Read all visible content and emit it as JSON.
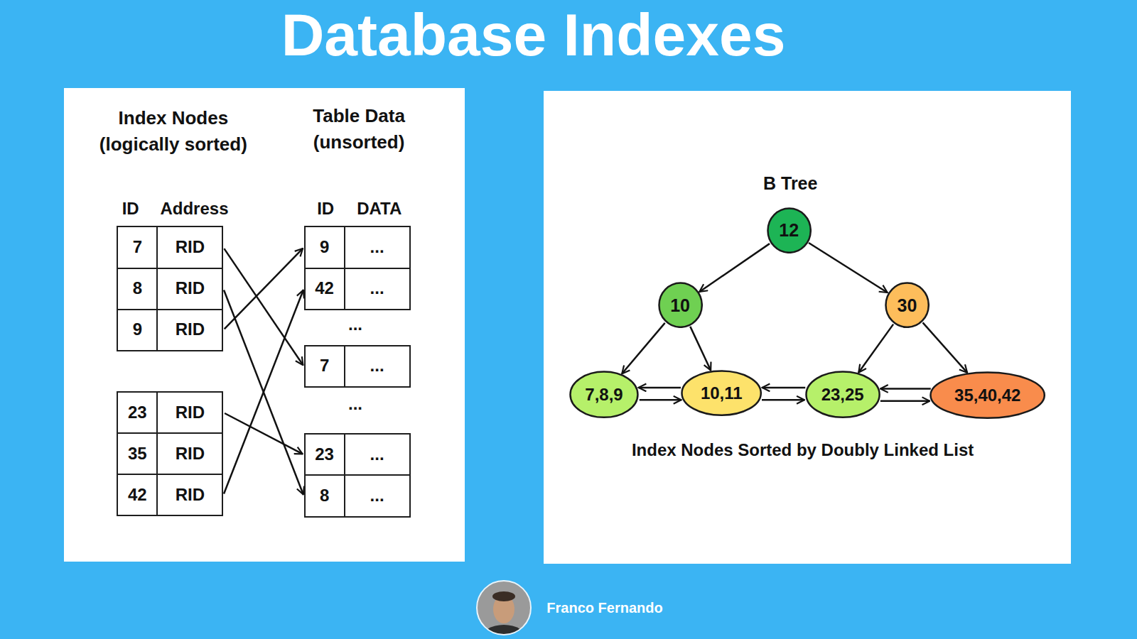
{
  "diagram": {
    "title": "Database Indexes",
    "nodes": [
      {
        "text": [
          "Index Nodes (logically sorted)",
          "Table Data (unsorted)"
        ]
      },
      {
        "text": [
          "7",
          "RID"
        ],
        "in": 0
      },
      {
        "text": [
          "8",
          "RID"
        ],
        "in": 0
      },
      {
        "text": [
          "9",
          "RID"
        ],
        "in": 0
      },
      {
        "text": [
          "23",
          "RID"
        ],
        "in": 0
      },
      {
        "text": [
          "35",
          "RID"
        ],
        "in": 0
      },
      {
        "text": [
          "42",
          "RID"
        ],
        "in": 0
      },
      {
        "text": [
          "9",
          "..."
        ],
        "in": 0
      },
      {
        "text": [
          "42",
          "..."
        ],
        "in": 0
      },
      {
        "text": [
          "7",
          "..."
        ],
        "in": 0
      },
      {
        "text": [
          "23",
          "..."
        ],
        "in": 0
      },
      {
        "text": [
          "8",
          "..."
        ],
        "in": 0
      },
      {
        "text": [
          "B Tree",
          "Index Nodes Sorted by Doubly Linked List"
        ]
      },
      {
        "text": [
          "12"
        ],
        "in": 12
      },
      {
        "text": [
          "10"
        ],
        "in": 12
      },
      {
        "text": [
          "30"
        ],
        "in": 12
      },
      {
        "text": [
          "7,8,9"
        ],
        "in": 12
      },
      {
        "text": [
          "10,11"
        ],
        "in": 12
      },
      {
        "text": [
          "23,25"
        ],
        "in": 12
      },
      {
        "text": [
          "35,40,42"
        ],
        "in": 12
      }
    ],
    "edges": [
      {
        "from": 1,
        "to": 9,
        "arrow": "to"
      },
      {
        "from": 2,
        "to": 11,
        "arrow": "to"
      },
      {
        "from": 3,
        "to": 7,
        "arrow": "to"
      },
      {
        "from": 4,
        "to": 10,
        "arrow": "to"
      },
      {
        "from": 6,
        "to": 8,
        "arrow": "to"
      },
      {
        "from": 13,
        "to": 14,
        "arrow": "to"
      },
      {
        "from": 13,
        "to": 15,
        "arrow": "to"
      },
      {
        "from": 14,
        "to": 16,
        "arrow": "to"
      },
      {
        "from": 14,
        "to": 17,
        "arrow": "to"
      },
      {
        "from": 15,
        "to": 18,
        "arrow": "to"
      },
      {
        "from": 15,
        "to": 19,
        "arrow": "to"
      },
      {
        "from": 17,
        "to": 16,
        "arrow": "to"
      },
      {
        "from": 16,
        "to": 17,
        "arrow": "to"
      },
      {
        "from": 18,
        "to": 17,
        "arrow": "to"
      },
      {
        "from": 17,
        "to": 18,
        "arrow": "to"
      },
      {
        "from": 19,
        "to": 18,
        "arrow": "to"
      },
      {
        "from": 18,
        "to": 19,
        "arrow": "to"
      }
    ],
    "labels": [
      "ID",
      "Address",
      "ID",
      "DATA",
      "...",
      "...",
      "Franco Fernando"
    ]
  }
}
